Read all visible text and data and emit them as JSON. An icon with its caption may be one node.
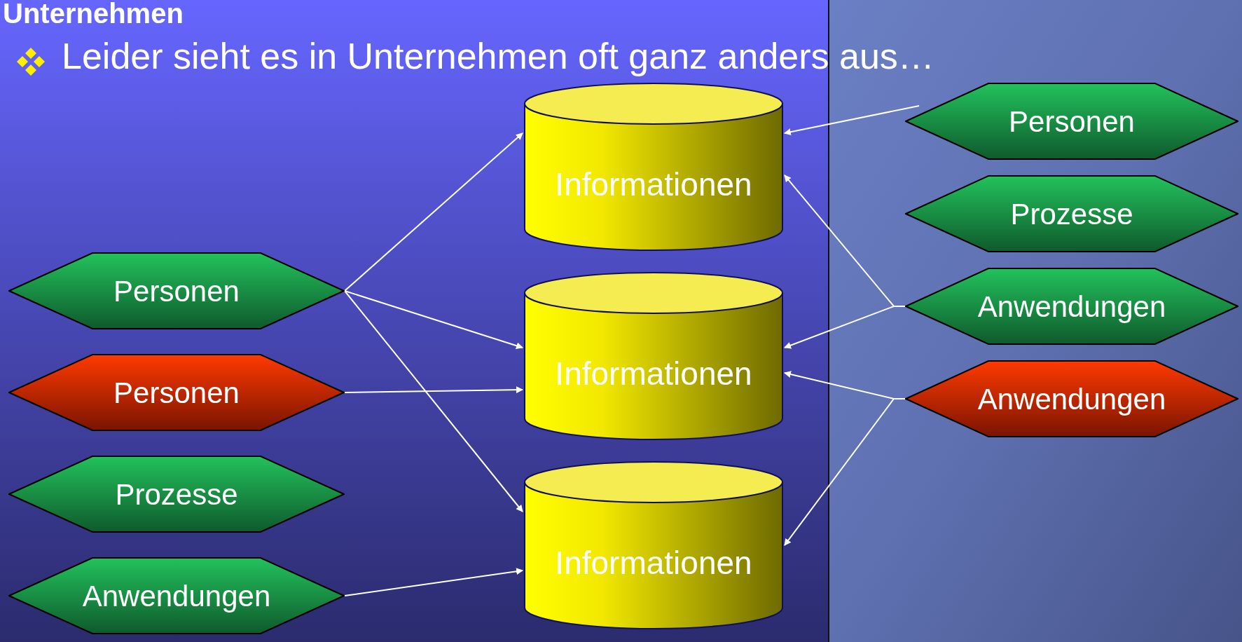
{
  "diagram": {
    "title": "Unternehmen",
    "nodes": [
      {
        "text": [
          "Personen"
        ]
      },
      {
        "text": [
          "Personen"
        ]
      },
      {
        "text": [
          "Prozesse"
        ]
      },
      {
        "text": [
          "Anwendungen"
        ]
      },
      {
        "text": [
          "Informationen"
        ]
      },
      {
        "text": [
          "Informationen"
        ]
      },
      {
        "text": [
          "Informationen"
        ]
      },
      {
        "text": [
          "Personen"
        ]
      },
      {
        "text": [
          "Prozesse"
        ]
      },
      {
        "text": [
          "Anwendungen"
        ]
      },
      {
        "text": [
          "Anwendungen"
        ]
      }
    ],
    "edges": [
      {
        "from": 0,
        "to": 4,
        "arrow": "to"
      },
      {
        "from": 0,
        "to": 5,
        "arrow": "to"
      },
      {
        "from": 0,
        "to": 6,
        "arrow": "to"
      },
      {
        "from": 1,
        "to": 5,
        "arrow": "to"
      },
      {
        "from": 3,
        "to": 6,
        "arrow": "to"
      },
      {
        "from": 7,
        "to": 4,
        "arrow": "to"
      },
      {
        "from": 9,
        "to": 4,
        "arrow": "to"
      },
      {
        "from": 9,
        "to": 5,
        "arrow": "to"
      },
      {
        "from": 10,
        "to": 5,
        "arrow": "to"
      },
      {
        "from": 10,
        "to": 6,
        "arrow": "to"
      }
    ],
    "labels": [
      "Leider sieht es in Unternehmen oft ganz anders aus…"
    ]
  }
}
